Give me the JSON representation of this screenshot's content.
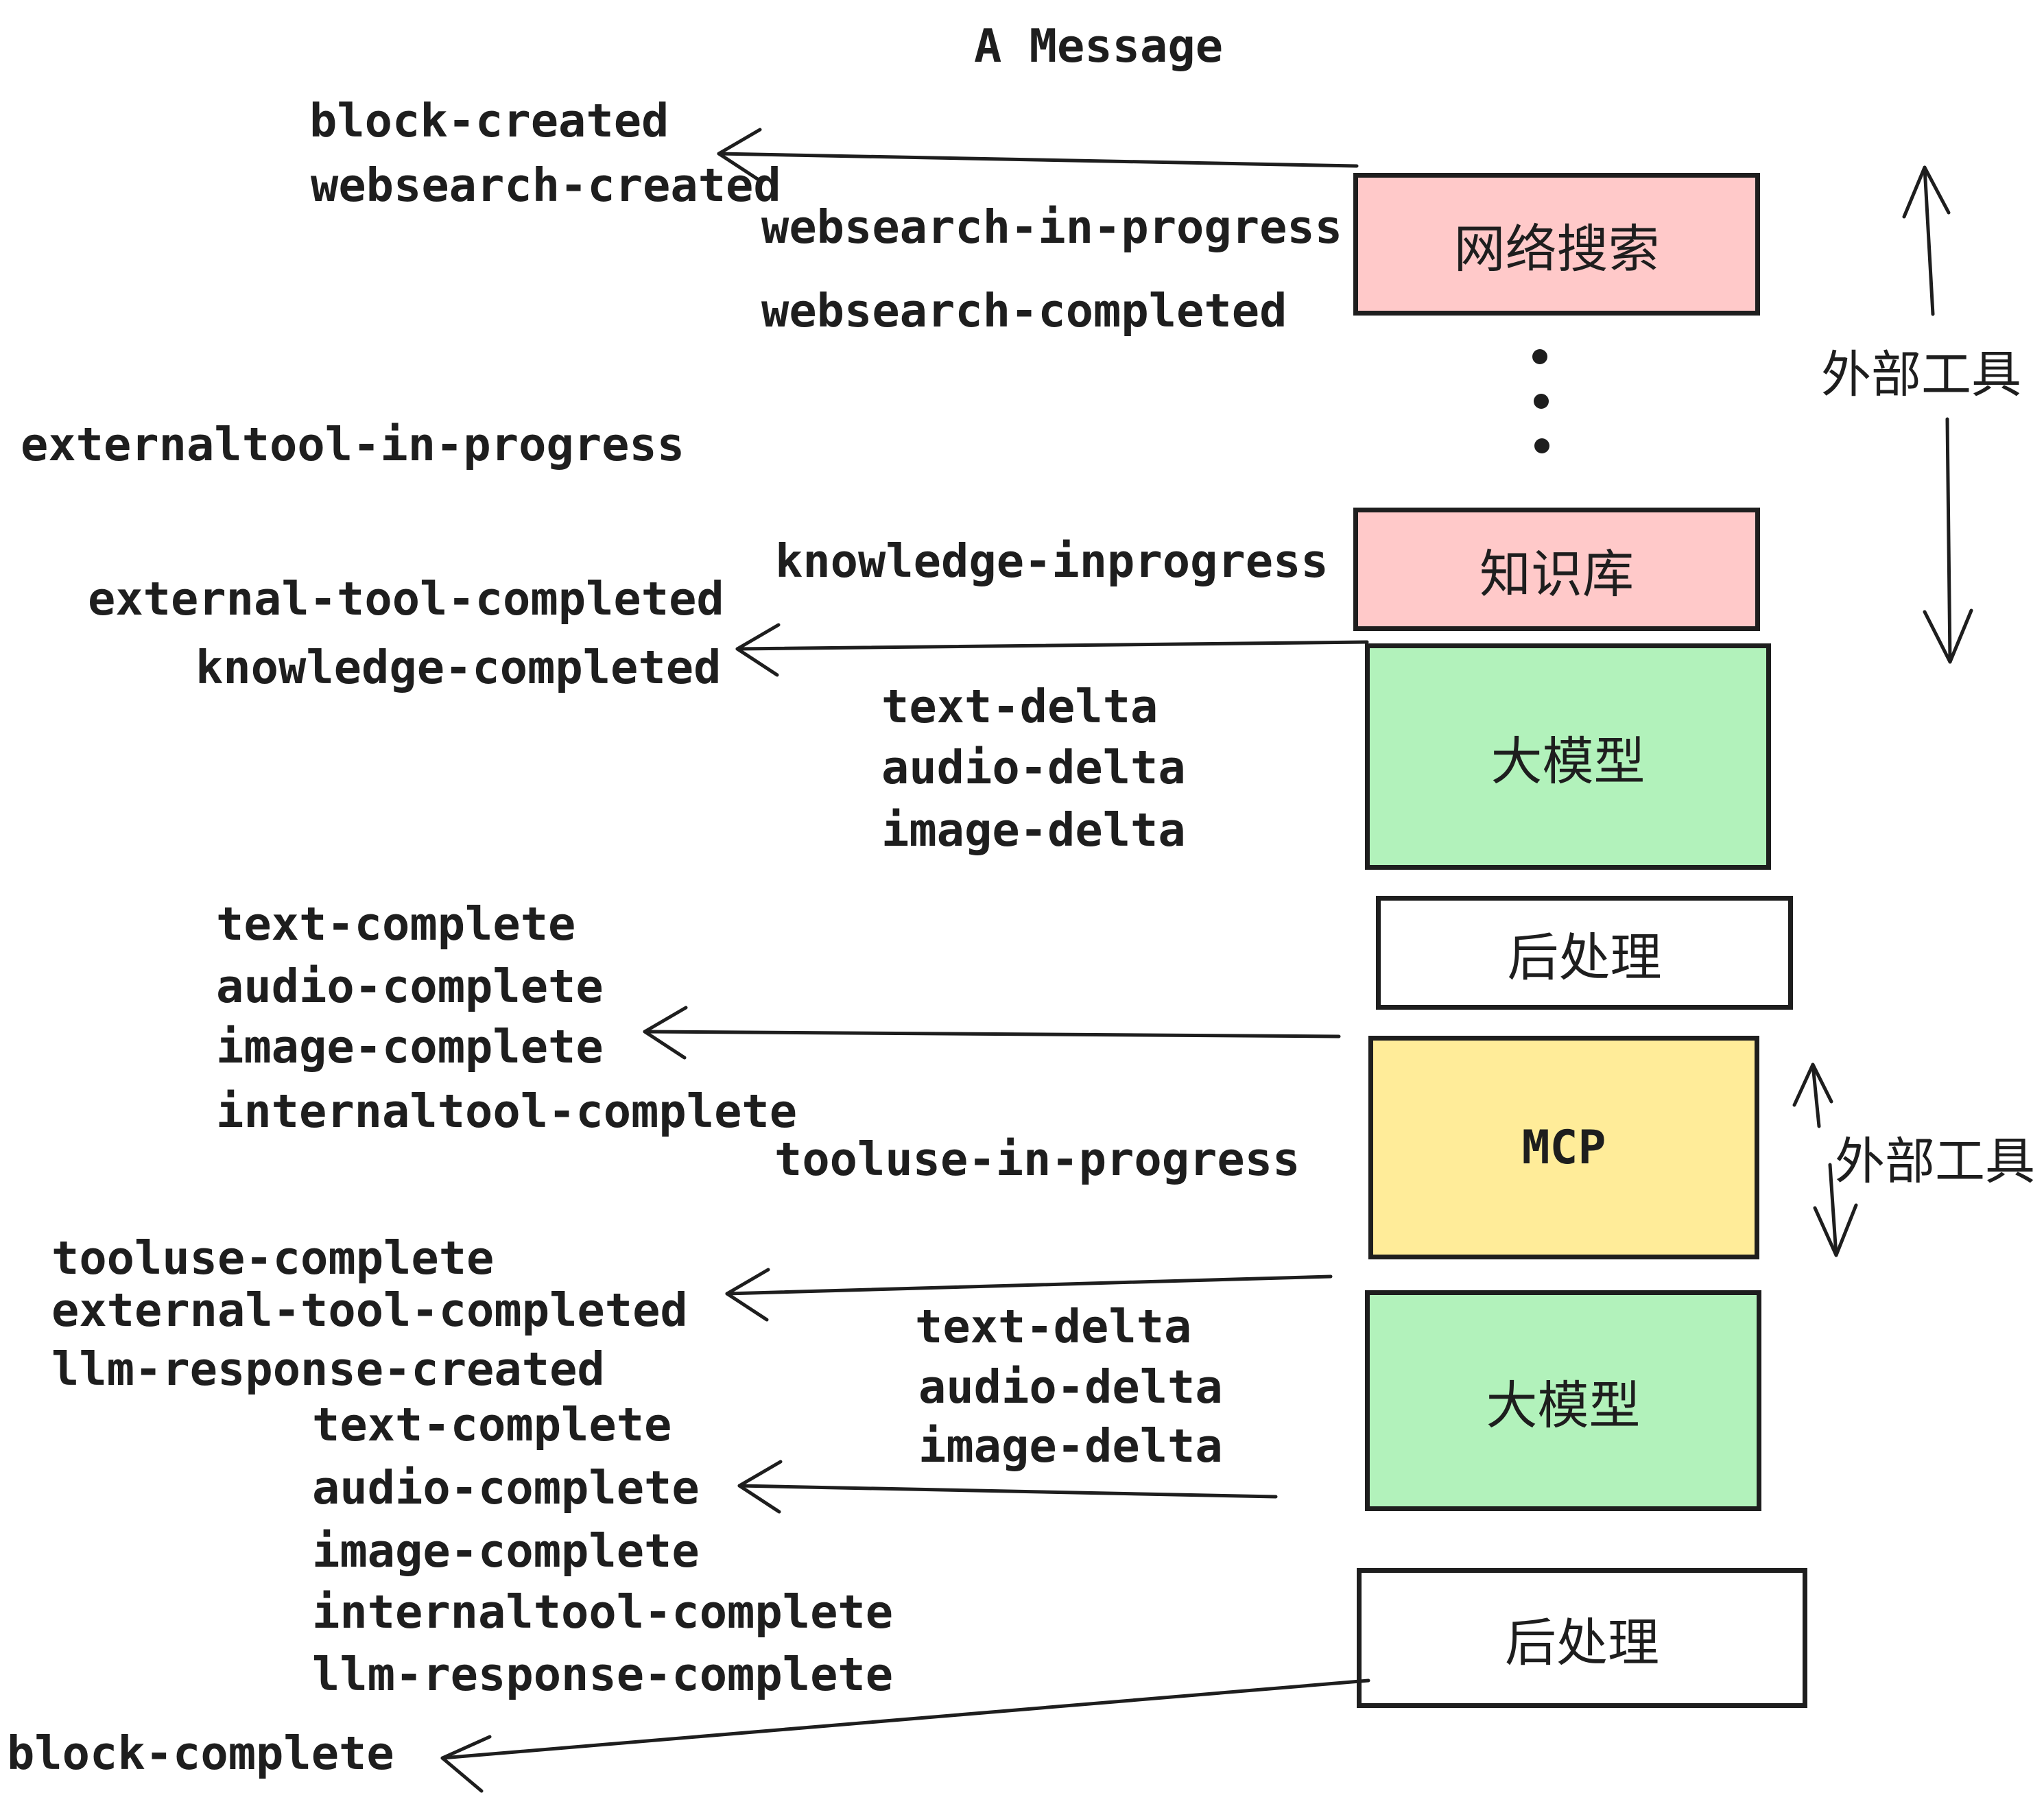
{
  "title": "A Message",
  "colors": {
    "ink": "#1e1e1e",
    "pink": "#ffc9c9",
    "green": "#b2f2bb",
    "yellow": "#ffec99",
    "white": "#ffffff",
    "background": "#ffffff"
  },
  "boxes": [
    {
      "id": "web-search",
      "label": "网络搜索",
      "color": "#ffc9c9"
    },
    {
      "id": "knowledge-base",
      "label": "知识库",
      "color": "#ffc9c9"
    },
    {
      "id": "llm-1",
      "label": "大模型",
      "color": "#b2f2bb"
    },
    {
      "id": "post-process-1",
      "label": "后处理",
      "color": "#ffffff"
    },
    {
      "id": "mcp",
      "label": "MCP",
      "color": "#ffec99"
    },
    {
      "id": "llm-2",
      "label": "大模型",
      "color": "#b2f2bb"
    },
    {
      "id": "post-process-2",
      "label": "后处理",
      "color": "#ffffff"
    }
  ],
  "side_labels": {
    "external_tools_top": "外部工具",
    "external_tools_bottom": "外部工具"
  },
  "events": [
    "block-created",
    "websearch-created",
    "websearch-in-progress",
    "websearch-completed",
    "externaltool-in-progress",
    "knowledge-inprogress",
    "external-tool-completed",
    "knowledge-completed",
    "text-delta",
    "audio-delta",
    "image-delta",
    "text-complete",
    "audio-complete",
    "image-complete",
    "internaltool-complete",
    "tooluse-in-progress",
    "tooluse-complete",
    "external-tool-completed",
    "llm-response-created",
    "text-complete",
    "audio-complete",
    "image-complete",
    "internaltool-complete",
    "llm-response-complete",
    "block-complete",
    "text-delta",
    "audio-delta",
    "image-delta"
  ]
}
